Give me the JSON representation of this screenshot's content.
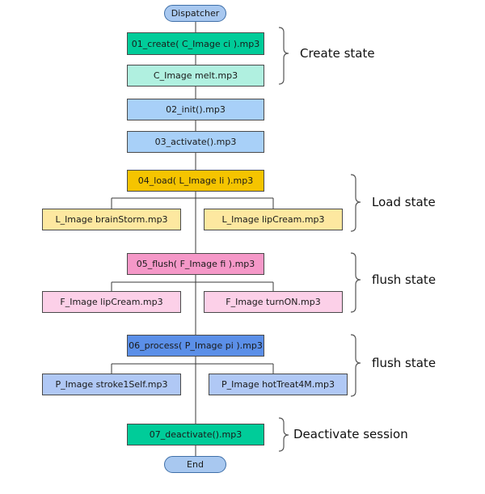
{
  "colors": {
    "pill": "#a8c8f0",
    "green": "#00cc99",
    "mint": "#b0f0e0",
    "light_blue": "#a8d0f8",
    "gold": "#f5c400",
    "yellow": "#fde8a0",
    "pink": "#f598c8",
    "light_pink": "#fcd0e8",
    "blue": "#5b8fe8",
    "lavender": "#b0c8f5"
  },
  "nodes": {
    "dispatcher": "Dispatcher",
    "create": "01_create( C_Image ci ).mp3",
    "melt": "C_Image melt.mp3",
    "init": "02_init().mp3",
    "activate": "03_activate().mp3",
    "load": "04_load( L_Image li ).mp3",
    "brainstorm": "L_Image brainStorm.mp3",
    "lipcream_l": "L_Image lipCream.mp3",
    "flush": "05_flush( F_Image fi ).mp3",
    "lipcream_f": "F_Image lipCream.mp3",
    "turnon": "F_Image turnON.mp3",
    "process": "06_process( P_Image pi ).mp3",
    "stroke": "P_Image stroke1Self.mp3",
    "hottreat": "P_Image hotTreat4M.mp3",
    "deactivate": "07_deactivate().mp3",
    "end": "End"
  },
  "states": {
    "create": "Create state",
    "load": "Load state",
    "flush": "flush state",
    "process": "flush state",
    "deactivate": "Deactivate session"
  }
}
